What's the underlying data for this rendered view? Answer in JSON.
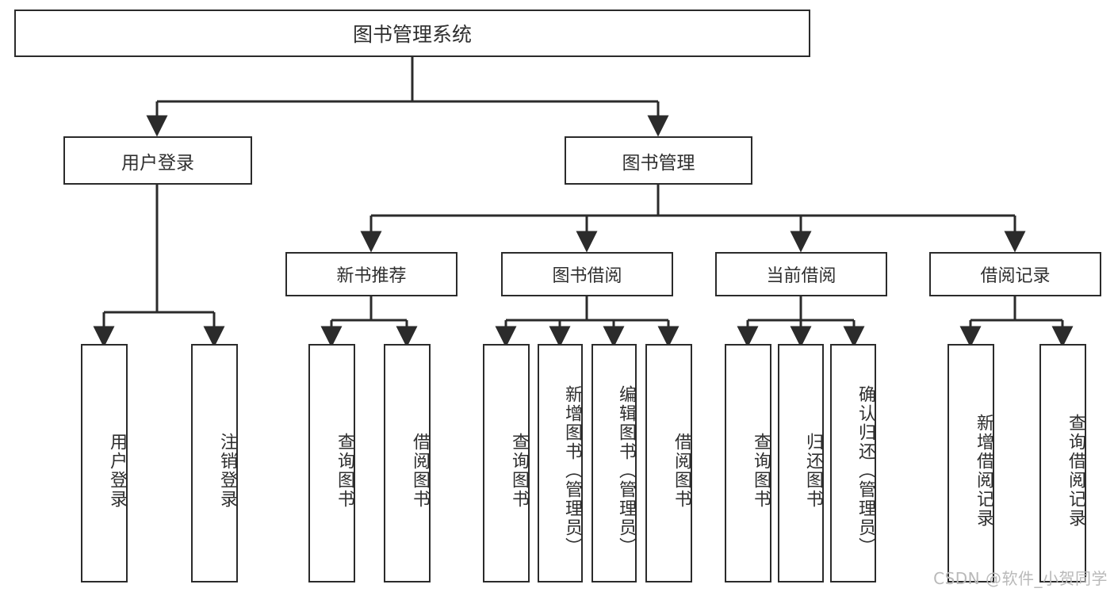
{
  "diagram": {
    "title": "图书管理系统",
    "type": "hierarchy-tree",
    "root": {
      "label": "图书管理系统"
    },
    "level1": [
      {
        "label": "用户登录"
      },
      {
        "label": "图书管理"
      }
    ],
    "level2": [
      {
        "label": "新书推荐",
        "parent": "图书管理"
      },
      {
        "label": "图书借阅",
        "parent": "图书管理"
      },
      {
        "label": "当前借阅",
        "parent": "图书管理"
      },
      {
        "label": "借阅记录",
        "parent": "图书管理"
      }
    ],
    "leaves": {
      "user_login": [
        {
          "label": "用户登录"
        },
        {
          "label": "注销登录"
        }
      ],
      "new_book_recommend": [
        {
          "label": "查询图书"
        },
        {
          "label": "借阅图书"
        }
      ],
      "book_borrow": [
        {
          "label": "查询图书"
        },
        {
          "label": "新增图书（管理员）"
        },
        {
          "label": "编辑图书（管理员）"
        },
        {
          "label": "借阅图书"
        }
      ],
      "current_borrow": [
        {
          "label": "查询图书"
        },
        {
          "label": "归还图书"
        },
        {
          "label": "确认归还（管理员）"
        }
      ],
      "borrow_record": [
        {
          "label": "新增借阅记录"
        },
        {
          "label": "查询借阅记录"
        }
      ]
    }
  },
  "watermark": "CSDN @软件_小贺同学",
  "colors": {
    "border": "#2b2b2b",
    "text": "#2f2f2f",
    "background": "#ffffff",
    "watermark": "#b9b9b9"
  }
}
